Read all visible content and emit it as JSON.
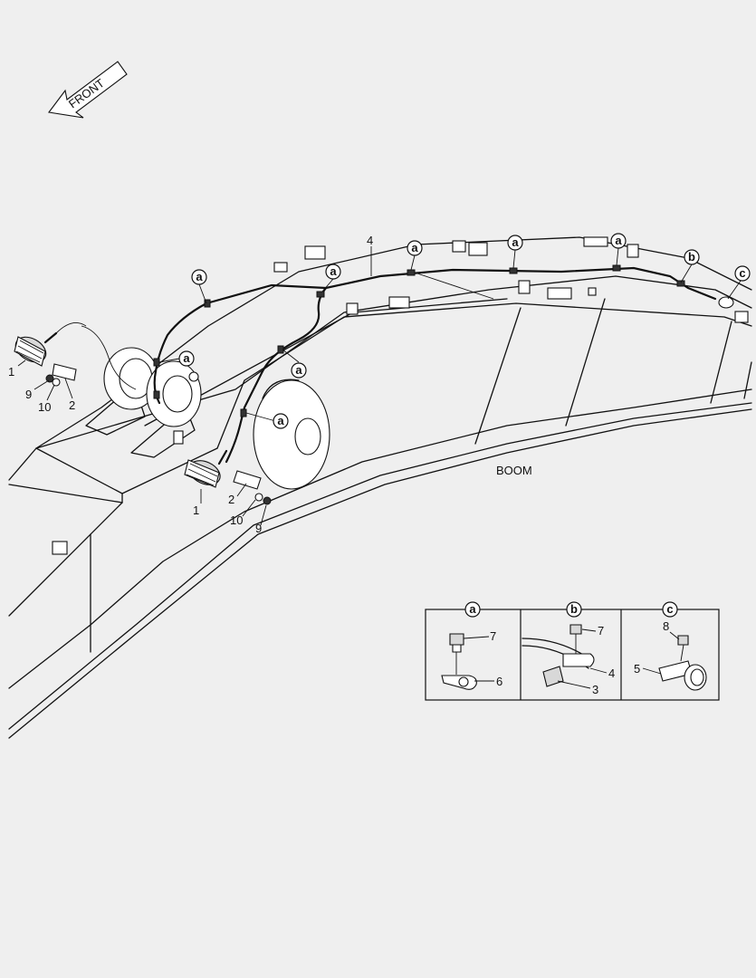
{
  "direction_arrow": {
    "label": "FRONT"
  },
  "component_label": "BOOM",
  "callout_letters": {
    "a": "a",
    "b": "b",
    "c": "c"
  },
  "part_numbers": {
    "p1": "1",
    "p2": "2",
    "p3": "3",
    "p4": "4",
    "p5": "5",
    "p6": "6",
    "p7": "7",
    "p8": "8",
    "p9": "9",
    "p10": "10"
  },
  "detail_views": [
    {
      "id": "a",
      "parts": [
        "7",
        "6"
      ]
    },
    {
      "id": "b",
      "parts": [
        "7",
        "4",
        "3"
      ]
    },
    {
      "id": "c",
      "parts": [
        "8",
        "5"
      ]
    }
  ]
}
